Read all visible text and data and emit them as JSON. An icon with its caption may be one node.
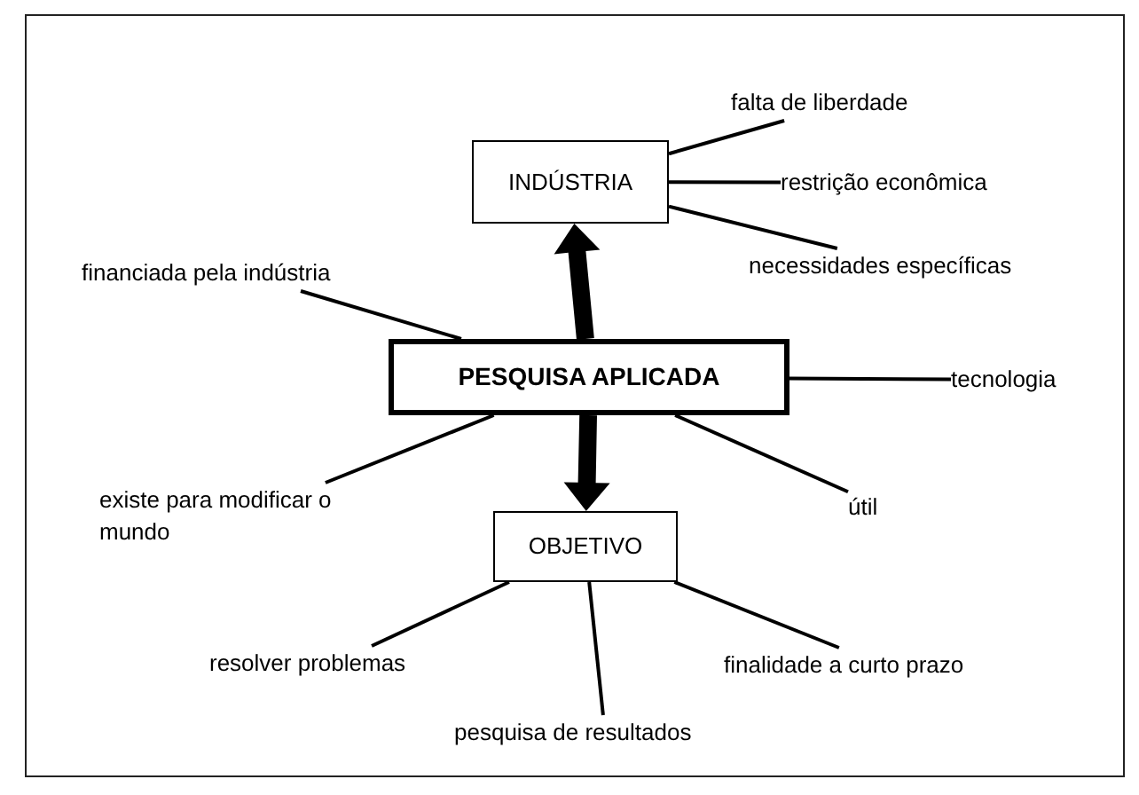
{
  "diagram": {
    "nodes": [
      {
        "text": [
          "INDÚSTRIA"
        ]
      },
      {
        "text": [
          "PESQUISA APLICADA"
        ]
      },
      {
        "text": [
          "OBJETIVO"
        ]
      },
      {
        "text": [
          "falta de liberdade"
        ]
      },
      {
        "text": [
          "restrição econômica"
        ]
      },
      {
        "text": [
          "necessidades específicas"
        ]
      },
      {
        "text": [
          "financiada pela indústria"
        ]
      },
      {
        "text": [
          "tecnologia"
        ]
      },
      {
        "text": [
          "existe para modificar o mundo"
        ]
      },
      {
        "text": [
          "útil"
        ]
      },
      {
        "text": [
          "resolver problemas"
        ]
      },
      {
        "text": [
          "pesquisa de resultados"
        ]
      },
      {
        "text": [
          "finalidade a curto prazo"
        ]
      }
    ],
    "edges": [
      {
        "from": 1,
        "to": 0,
        "arrow": "to",
        "style": "thick"
      },
      {
        "from": 1,
        "to": 2,
        "arrow": "to",
        "style": "thick"
      },
      {
        "from": 0,
        "to": 3,
        "arrow": "none"
      },
      {
        "from": 0,
        "to": 4,
        "arrow": "none"
      },
      {
        "from": 0,
        "to": 5,
        "arrow": "none"
      },
      {
        "from": 1,
        "to": 6,
        "arrow": "none"
      },
      {
        "from": 1,
        "to": 7,
        "arrow": "none"
      },
      {
        "from": 1,
        "to": 8,
        "arrow": "none"
      },
      {
        "from": 1,
        "to": 9,
        "arrow": "none"
      },
      {
        "from": 2,
        "to": 10,
        "arrow": "none"
      },
      {
        "from": 2,
        "to": 11,
        "arrow": "none"
      },
      {
        "from": 2,
        "to": 12,
        "arrow": "none"
      }
    ]
  }
}
